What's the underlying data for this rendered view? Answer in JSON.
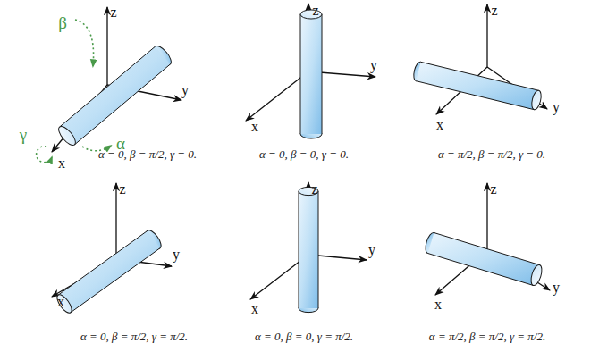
{
  "diagram": {
    "labels": [
      "z",
      "y",
      "x",
      "β",
      "γ",
      "α",
      "α = 0, β = π/2, γ = 0.",
      "z",
      "y",
      "x",
      "α = 0, β = 0, γ = 0.",
      "z",
      "y",
      "x",
      "α = π/2, β = π/2, γ = 0.",
      "z",
      "y",
      "x",
      "α = 0, β = π/2, γ = π/2.",
      "z",
      "y",
      "x",
      "α = 0, β = 0, γ = π/2.",
      "z",
      "y",
      "x",
      "α = π/2, β = π/2, γ = π/2."
    ]
  }
}
